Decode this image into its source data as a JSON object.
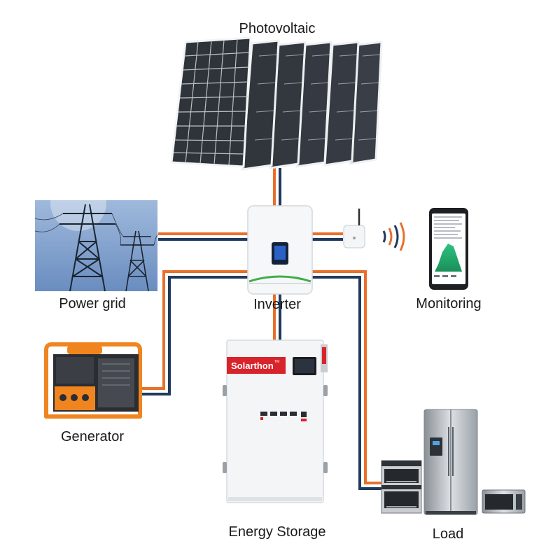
{
  "labels": {
    "photovoltaic": "Photovoltaic",
    "power_grid": "Power grid",
    "inverter": "Inverter",
    "monitoring": "Monitoring",
    "generator": "Generator",
    "energy_storage": "Energy Storage",
    "load": "Load"
  },
  "battery": {
    "brand": "Solarthon",
    "brand_mark": "TM"
  },
  "colors": {
    "line_orange": "#e8702a",
    "line_navy": "#1f3a5c",
    "generator_orange": "#f0851f",
    "battery_red": "#d9232b"
  }
}
